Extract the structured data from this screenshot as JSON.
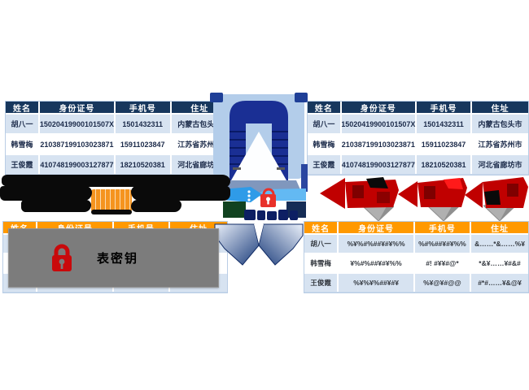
{
  "tables": {
    "columns": [
      "姓名",
      "身份证号",
      "手机号",
      "住址"
    ],
    "plain_rows": [
      [
        "胡八一",
        "15020419900101507X",
        "1501432311",
        "内蒙古包头市"
      ],
      [
        "韩雪梅",
        "210387199103023871",
        "15911023847",
        "江苏省苏州市"
      ],
      [
        "王俊霞",
        "410748199003127877",
        "18210520381",
        "河北省廊坊市"
      ]
    ],
    "hidden_rows": [
      [
        "",
        "",
        "",
        ""
      ],
      [
        "",
        "",
        "",
        ""
      ],
      [
        "",
        "",
        "",
        ""
      ]
    ],
    "encrypted_rows": [
      [
        "胡八一",
        "%¥%#%##¥#¥%%",
        "%#%##¥#¥%%",
        "&……*&……%¥"
      ],
      [
        "韩雪梅",
        "¥%#%##¥#¥%%",
        "#! #¥¥#@*",
        "*&¥……¥#&#"
      ],
      [
        "王俊霞",
        "%¥%¥%##¥#¥",
        "%¥@¥#@@",
        "#*#……¥&@¥"
      ]
    ]
  },
  "overlay": {
    "key_label": "表密钥"
  },
  "icons": [
    "lock-icon",
    "down-arrow-icon",
    "left-arrow-icon",
    "encryption-illustration"
  ],
  "colors": {
    "header_blue": "#17375D",
    "header_orange": "#FF9900",
    "row_alt_blue": "#D7E3F1",
    "redacted_black": "#0a0a0a",
    "highlight_orange": "#F5941F",
    "label_red": "#C00000",
    "arrow_gray": "#ACACAC",
    "overlay_gray": "#7C7C7C",
    "lock_red": "#C9090B"
  }
}
